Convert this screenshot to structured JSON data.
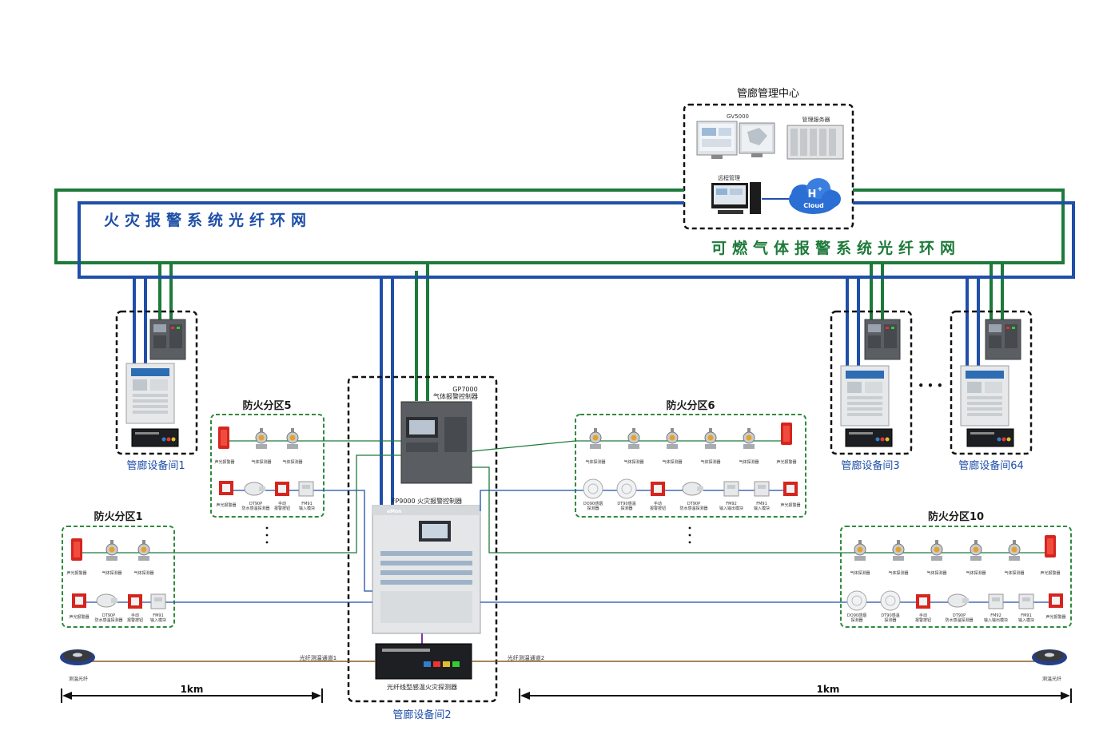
{
  "center": {
    "title": "管廊管理中心",
    "gv_label": "GV5000",
    "server_label": "管理服务器",
    "remote_label": "远程管理",
    "cloud_h": "H",
    "cloud_plus": "+",
    "cloud_label": "Cloud"
  },
  "rings": {
    "fire": "火灾报警系统光纤环网",
    "gas": "可燃气体报警系统光纤环网"
  },
  "zones": {
    "z5": "防火分区5",
    "z6": "防火分区6",
    "z1": "防火分区1",
    "z10": "防火分区10"
  },
  "rooms": {
    "r1": "管廊设备间1",
    "r2": "管廊设备间2",
    "r3": "管廊设备间3",
    "r64": "管廊设备间64"
  },
  "controllers": {
    "gp_model": "GP7000",
    "gp_name": "气体报警控制器",
    "fp_name": "FP9000 火灾报警控制器",
    "linear_name": "光纤线型感温火灾探测器",
    "fp_brand": "eMon"
  },
  "device_labels": {
    "sounder": "声光报警器",
    "gas_detector": "气体探测器",
    "dt90p": "DT90P",
    "dt90p_desc": "防水感温探测器",
    "manual": "手动",
    "manual_desc": "报警按钮",
    "fm91": "FM91",
    "fm91_desc": "输入模块",
    "do90": "DO90感烟",
    "do90_desc": "探测器",
    "dt90": "DT90感温",
    "dt90_desc": "探测器",
    "fm92": "FM92",
    "fm92_desc": "输入输出模块"
  },
  "fiber": {
    "ch1": "光纤测温通道1",
    "ch2": "光纤测温通道2",
    "sensor": "测温光纤"
  },
  "distance": {
    "left": "1km",
    "right": "1km"
  },
  "ellipsis": {
    "between_rooms": "• • •"
  },
  "colors": {
    "fire_ring": "#1f4fa8",
    "gas_ring": "#1e7a3a",
    "zone_border": "#2f8a3f",
    "room_text": "#1f4fa8",
    "fiber_line": "#8b5a2b"
  }
}
